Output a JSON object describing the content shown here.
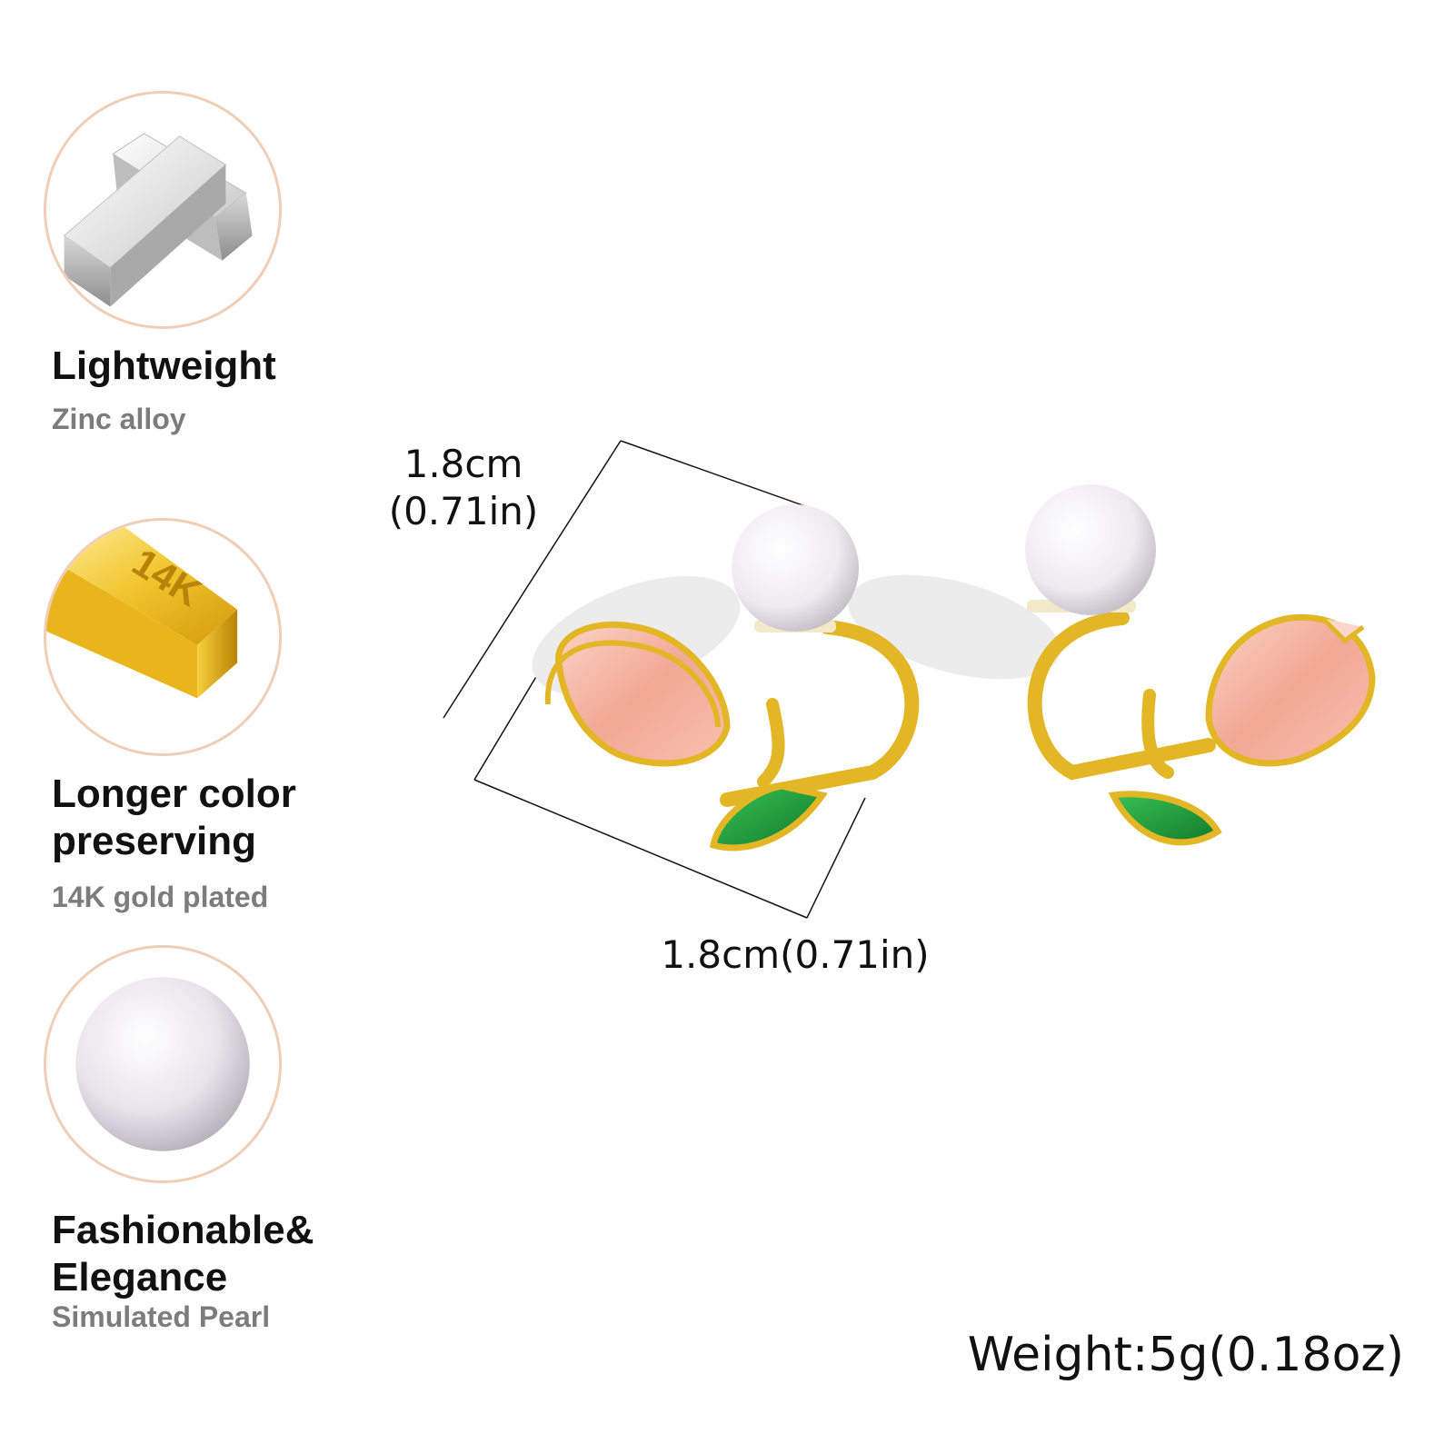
{
  "features": [
    {
      "title": "Lightweight",
      "subtitle": "Zinc alloy",
      "icon": "silver-bar-icon"
    },
    {
      "title": "Longer color\npreserving",
      "subtitle": "14K gold plated",
      "icon": "gold-bar-icon",
      "badge": "14K"
    },
    {
      "title": "Fashionable&\nElegance",
      "subtitle": "Simulated Pearl",
      "icon": "pearl-icon"
    }
  ],
  "dimensions": {
    "height_label": "1.8cm\n(0.71in)",
    "width_label": "1.8cm(0.71in)"
  },
  "weight": "Weight:5g(0.18oz)",
  "colors": {
    "circle_border": "#efcdb6",
    "gold": "#e2b624",
    "petal": "#f2a894",
    "leaf": "#1f9b3a",
    "pearl": "#f4f1f6"
  }
}
